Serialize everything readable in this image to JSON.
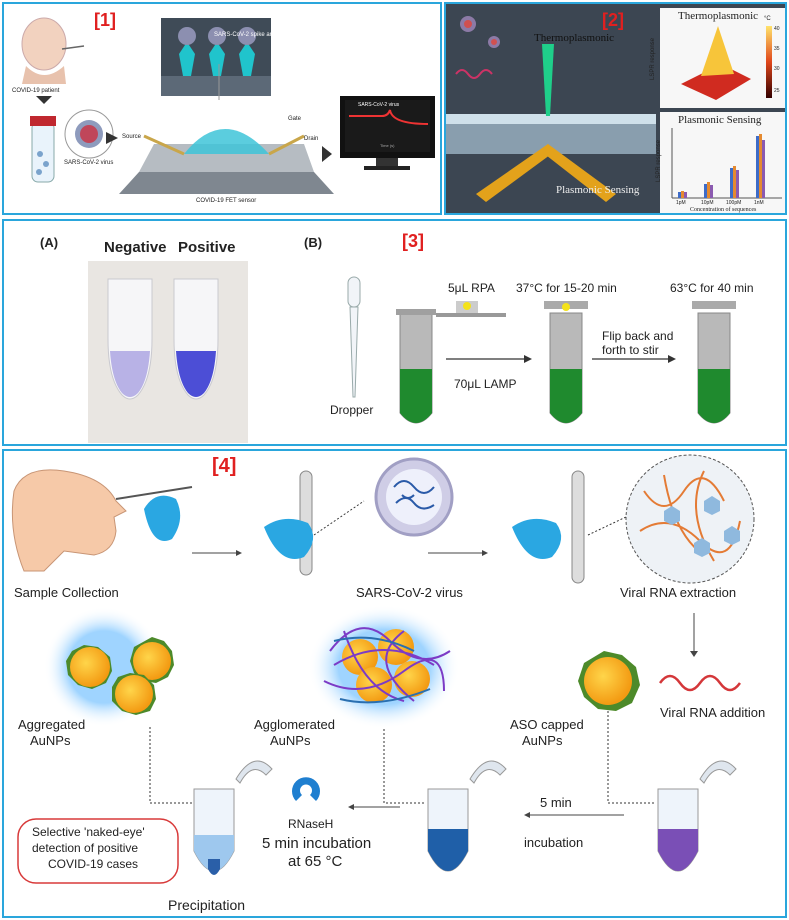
{
  "panel1": {
    "tag": "[1]",
    "patient_label": "COVID-19 patient",
    "virus_label": "SARS-CoV-2 virus",
    "antibody_label": "SARS-CoV-2 spike antibody",
    "source_label": "Source",
    "gate_label": "Gate",
    "drain_label": "Drain",
    "sensor_label": "COVID-19 FET sensor",
    "monitor_title": "SARS-CoV-2 virus",
    "monitor_xaxis": "Time (s)"
  },
  "panel2": {
    "tag": "[2]",
    "thermo_label": "Thermoplasmonic",
    "plasmonic_label": "Plasmonic Sensing",
    "chart_top_title": "Thermoplasmonic",
    "chart_top_ylabel": "LSPR response",
    "chart_top_unit": "°C",
    "chart_top_ticks": [
      "40",
      "35",
      "30",
      "25"
    ],
    "chart_bottom_title": "Plasmonic Sensing",
    "chart_bottom_ylabel": "LSPR response",
    "chart_bottom_xlabel": "Concentration of sequences",
    "chart_bottom_categories": [
      "1pM",
      "10pM",
      "100pM",
      "1nM"
    ]
  },
  "panel3": {
    "tag": "[3]",
    "label_a": "(A)",
    "label_b": "(B)",
    "negative": "Negative",
    "positive": "Positive",
    "dropper": "Dropper",
    "rpa": "5μL RPA",
    "lamp": "70μL LAMP",
    "step1": "37°C for 15-20 min",
    "step2_line1": "Flip back and",
    "step2_line2": "forth to stir",
    "step3": "63°C for 40 min"
  },
  "panel4": {
    "tag": "[4]",
    "sample_collection": "Sample Collection",
    "virus": "SARS-CoV-2 virus",
    "rna_extraction": "Viral RNA extraction",
    "aggregated_1": "Aggregated",
    "aggregated_2": "AuNPs",
    "agglomerated_1": "Agglomerated",
    "agglomerated_2": "AuNPs",
    "aso_1": "ASO capped",
    "aso_2": "AuNPs",
    "rna_addition": "Viral RNA addition",
    "detection_1": "Selective 'naked-eye'",
    "detection_2": "detection of positive",
    "detection_3": "COVID-19 cases",
    "rnaseh": "RNaseH",
    "incubation_65_1": "5 min incubation",
    "incubation_65_2": "at 65 °C",
    "incubation_5_1": "5 min",
    "incubation_5_2": "incubation",
    "precipitation": "Precipitation"
  }
}
